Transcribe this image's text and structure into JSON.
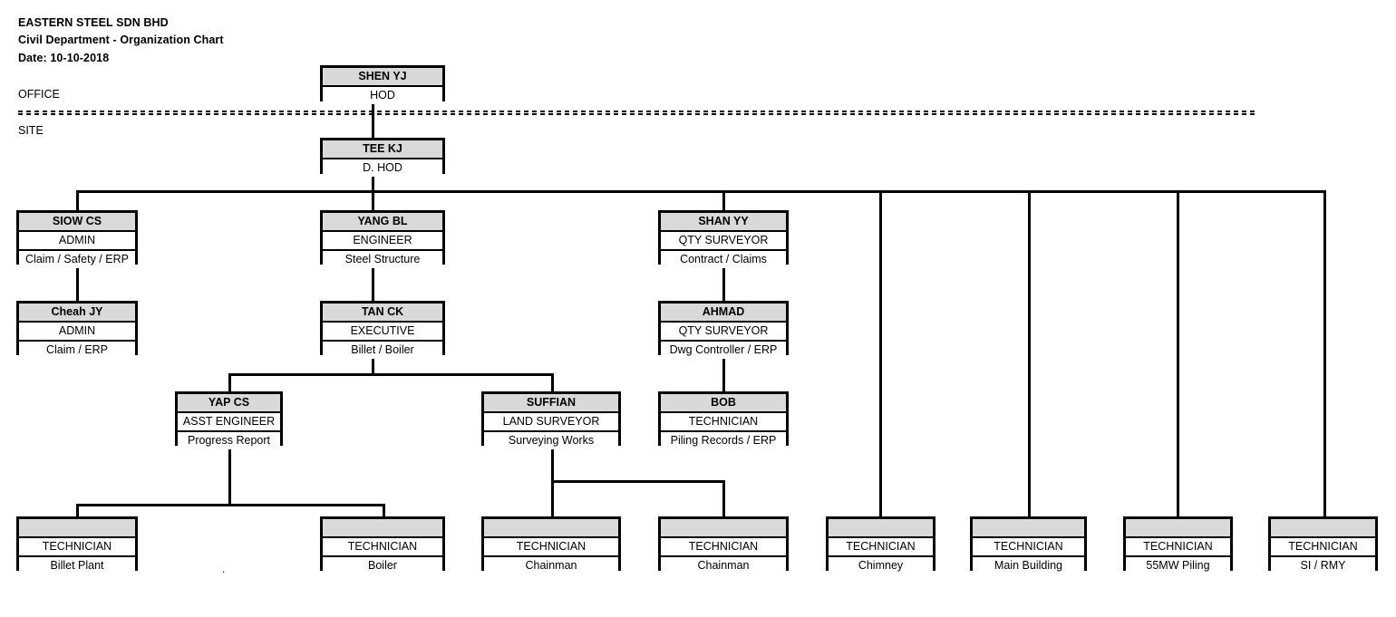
{
  "header": {
    "company": "EASTERN STEEL SDN BHD",
    "subtitle": "Civil Department - Organization Chart",
    "date": "Date: 10-10-2018"
  },
  "zones": {
    "office": "OFFICE",
    "site": "SITE"
  },
  "colors": {
    "node_header_fill": "#d9d9d9",
    "node_border": "#000000",
    "background": "#ffffff",
    "text": "#000000"
  },
  "artifact": {
    "stray_dot": "."
  },
  "nodes": {
    "hod": {
      "name": "SHEN YJ",
      "title": "HOD"
    },
    "dhod": {
      "name": "TEE KJ",
      "title": "D. HOD"
    },
    "siow": {
      "name": "SIOW CS",
      "title": "ADMIN",
      "scope": "Claim / Safety / ERP"
    },
    "cheah": {
      "name": "Cheah JY",
      "title": "ADMIN",
      "scope": "Claim / ERP"
    },
    "yang": {
      "name": "YANG BL",
      "title": "ENGINEER",
      "scope": "Steel Structure"
    },
    "tan": {
      "name": "TAN CK",
      "title": "EXECUTIVE",
      "scope": "Billet / Boiler"
    },
    "shan": {
      "name": "SHAN YY",
      "title": "QTY SURVEYOR",
      "scope": "Contract / Claims"
    },
    "ahmad": {
      "name": "AHMAD",
      "title": "QTY SURVEYOR",
      "scope": "Dwg Controller / ERP"
    },
    "yap": {
      "name": "YAP CS",
      "title": "ASST ENGINEER",
      "scope": "Progress Report"
    },
    "suffian": {
      "name": "SUFFIAN",
      "title": "LAND SURVEYOR",
      "scope": "Surveying Works"
    },
    "bob": {
      "name": "BOB",
      "title": "TECHNICIAN",
      "scope": "Piling Records / ERP"
    },
    "tech_billet": {
      "name": "",
      "title": "TECHNICIAN",
      "scope": "Billet Plant"
    },
    "tech_boiler": {
      "name": "",
      "title": "TECHNICIAN",
      "scope": "Boiler"
    },
    "tech_chainman1": {
      "name": "",
      "title": "TECHNICIAN",
      "scope": "Chainman"
    },
    "tech_chainman2": {
      "name": "",
      "title": "TECHNICIAN",
      "scope": "Chainman"
    },
    "tech_chimney": {
      "name": "",
      "title": "TECHNICIAN",
      "scope": "Chimney"
    },
    "tech_mainbuilding": {
      "name": "",
      "title": "TECHNICIAN",
      "scope": "Main Building"
    },
    "tech_piling": {
      "name": "",
      "title": "TECHNICIAN",
      "scope": "55MW Piling"
    },
    "tech_sirmy": {
      "name": "",
      "title": "TECHNICIAN",
      "scope": "SI / RMY"
    }
  }
}
